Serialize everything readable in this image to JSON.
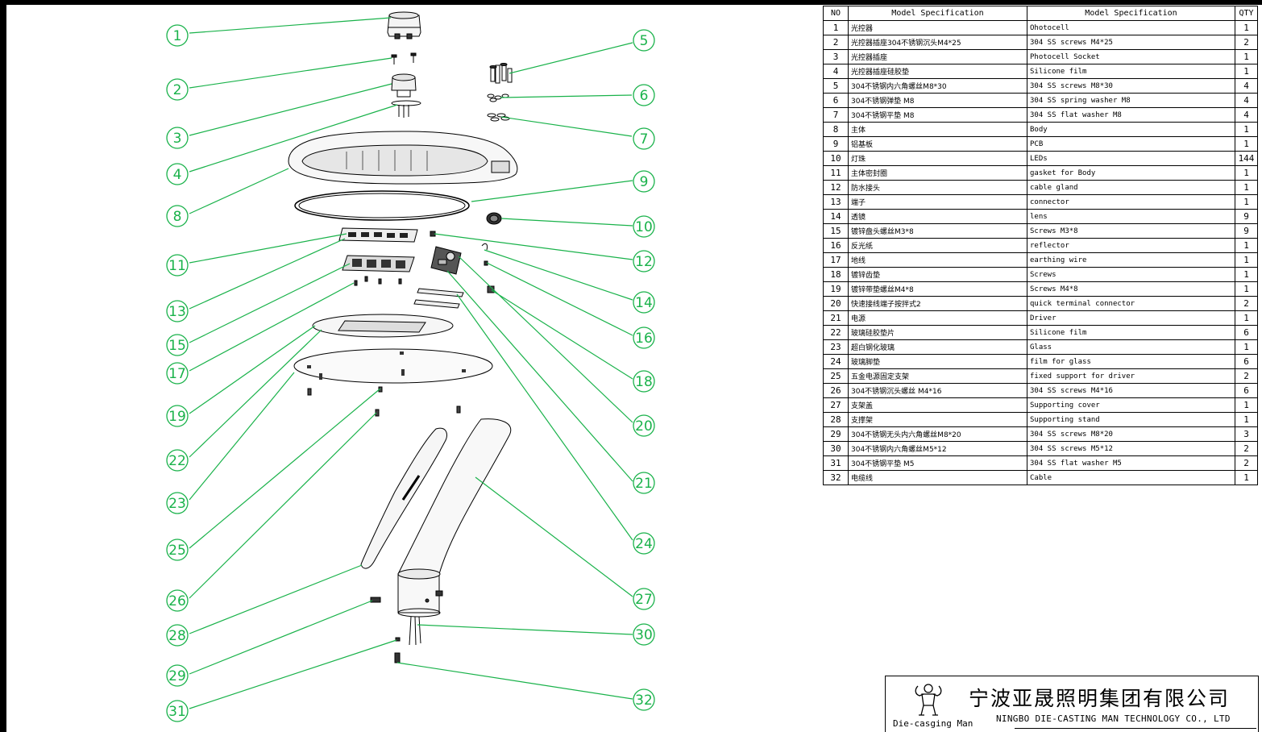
{
  "table": {
    "headers": {
      "no": "NO",
      "spec_cn": "Model Specification",
      "spec_en": "Model Specification",
      "qty": "QTY"
    },
    "rows": [
      {
        "no": "1",
        "cn": "光控器",
        "en": "Ohotocell",
        "qty": "1"
      },
      {
        "no": "2",
        "cn": "光控器插座304不锈钢沉头M4*25",
        "en": "304 SS screws M4*25",
        "qty": "2"
      },
      {
        "no": "3",
        "cn": "光控器插座",
        "en": "Photocell Socket",
        "qty": "1"
      },
      {
        "no": "4",
        "cn": "光控器插座硅胶垫",
        "en": "Silicone film",
        "qty": "1"
      },
      {
        "no": "5",
        "cn": "304不锈钢内六角螺丝M8*30",
        "en": "304 SS screws M8*30",
        "qty": "4"
      },
      {
        "no": "6",
        "cn": "304不锈钢弹垫 M8",
        "en": "304 SS spring washer M8",
        "qty": "4"
      },
      {
        "no": "7",
        "cn": "304不锈钢平垫 M8",
        "en": "304 SS flat washer M8",
        "qty": "4"
      },
      {
        "no": "8",
        "cn": "主体",
        "en": "Body",
        "qty": "1"
      },
      {
        "no": "9",
        "cn": "铝基板",
        "en": "PCB",
        "qty": "1"
      },
      {
        "no": "10",
        "cn": "灯珠",
        "en": "LEDs",
        "qty": "144"
      },
      {
        "no": "11",
        "cn": "主体密封圈",
        "en": "gasket for Body",
        "qty": "1"
      },
      {
        "no": "12",
        "cn": "防水接头",
        "en": "cable gland",
        "qty": "1"
      },
      {
        "no": "13",
        "cn": "端子",
        "en": "connector",
        "qty": "1"
      },
      {
        "no": "14",
        "cn": "透镜",
        "en": "lens",
        "qty": "9"
      },
      {
        "no": "15",
        "cn": "镀锌盘头螺丝M3*8",
        "en": "Screws M3*8",
        "qty": "9"
      },
      {
        "no": "16",
        "cn": "反光纸",
        "en": "reflector",
        "qty": "1"
      },
      {
        "no": "17",
        "cn": "地线",
        "en": "earthing wire",
        "qty": "1"
      },
      {
        "no": "18",
        "cn": "镀锌齿垫",
        "en": "Screws",
        "qty": "1"
      },
      {
        "no": "19",
        "cn": "镀锌带垫螺丝M4*8",
        "en": "Screws M4*8",
        "qty": "1"
      },
      {
        "no": "20",
        "cn": "快速接线端子按拌式2",
        "en": "quick terminal connector",
        "qty": "2"
      },
      {
        "no": "21",
        "cn": "电源",
        "en": "Driver",
        "qty": "1"
      },
      {
        "no": "22",
        "cn": "玻璃硅胶垫片",
        "en": "Silicone film",
        "qty": "6"
      },
      {
        "no": "23",
        "cn": "超白钢化玻璃",
        "en": "Glass",
        "qty": "1"
      },
      {
        "no": "24",
        "cn": "玻璃脚垫",
        "en": "film for glass",
        "qty": "6"
      },
      {
        "no": "25",
        "cn": "五金电源固定支架",
        "en": "fixed support for driver",
        "qty": "2"
      },
      {
        "no": "26",
        "cn": "304不锈钢沉头螺丝 M4*16",
        "en": "304 SS screws M4*16",
        "qty": "6"
      },
      {
        "no": "27",
        "cn": "支架盖",
        "en": "Supporting cover",
        "qty": "1"
      },
      {
        "no": "28",
        "cn": "支撑架",
        "en": "Supporting stand",
        "qty": "1"
      },
      {
        "no": "29",
        "cn": "304不锈钢无头内六角螺丝M8*20",
        "en": "304 SS screws M8*20",
        "qty": "3"
      },
      {
        "no": "30",
        "cn": "304不锈钢内六角螺丝M5*12",
        "en": "304 SS screws M5*12",
        "qty": "2"
      },
      {
        "no": "31",
        "cn": "304不锈钢平垫 M5",
        "en": "304 SS flat washer M5",
        "qty": "2"
      },
      {
        "no": "32",
        "cn": "电缆线",
        "en": "Cable",
        "qty": "1"
      }
    ]
  },
  "title_block": {
    "company_cn": "宁波亚晟照明集团有限公司",
    "company_en": "NINGBO DIE-CASTING MAN TECHNOLOGY  CO., LTD",
    "brand": "Die-casging Man"
  },
  "callouts": [
    "1",
    "2",
    "3",
    "4",
    "5",
    "6",
    "7",
    "8",
    "9",
    "10",
    "11",
    "12",
    "13",
    "14",
    "15",
    "16",
    "17",
    "18",
    "19",
    "20",
    "21",
    "22",
    "23",
    "24",
    "25",
    "26",
    "27",
    "28",
    "29",
    "30",
    "31",
    "32"
  ],
  "colors": {
    "leader": "#19b24a",
    "line": "#000000"
  }
}
